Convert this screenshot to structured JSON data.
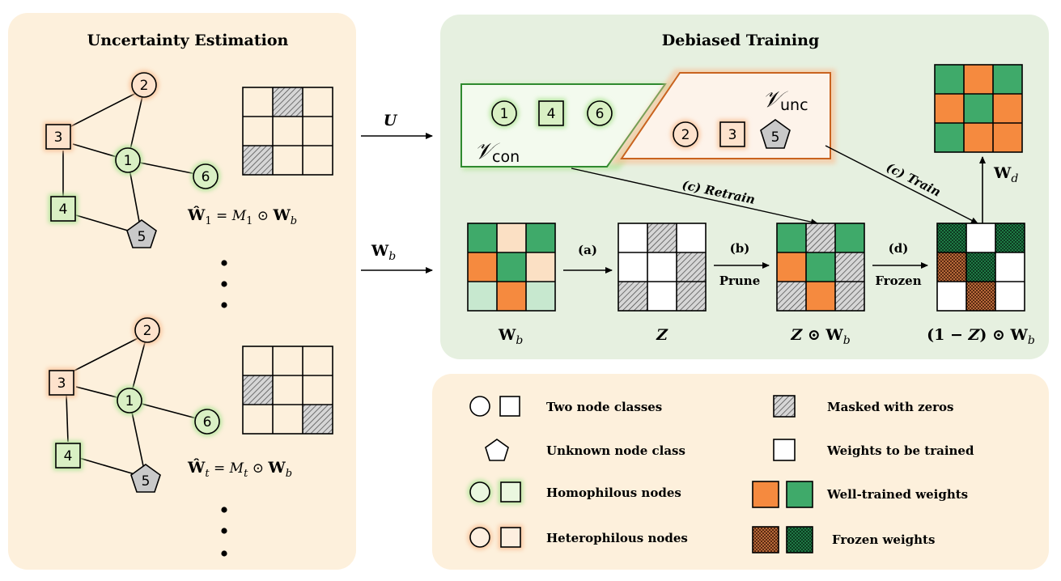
{
  "panels": {
    "uncertainty_title": "Uncertainty Estimation",
    "debiased_title": "Debiased Training"
  },
  "graph": {
    "node_labels": [
      "1",
      "2",
      "3",
      "4",
      "5",
      "6"
    ],
    "formula_1": "Ŵ₁ = M₁ ⊙ W_b",
    "formula_t": "Ŵ_t = M_t ⊙ W_b"
  },
  "arrows": {
    "U_label": "U",
    "Wb_label": "W_b"
  },
  "sets": {
    "con_label": "con",
    "unc_label": "unc",
    "con_nodes": [
      "1",
      "4",
      "6"
    ],
    "unc_nodes": [
      "2",
      "3",
      "5"
    ]
  },
  "steps": {
    "a": "(a)",
    "b": "(b)",
    "prune": "Prune",
    "d": "(d)",
    "frozen": "Frozen",
    "c_retrain": "(c)  Retrain",
    "c_train": "(c)  Train"
  },
  "matrices": {
    "wb_caption": "W",
    "wb_sub": "b",
    "z_caption": "Z",
    "zwb_caption": "Z ⊙ W",
    "onez_caption": "(1 − Z) ⊙ W",
    "wd_caption": "W",
    "wd_sub": "d"
  },
  "legend": {
    "two_classes": "Two node classes",
    "unknown": "Unknown node class",
    "homophilous": "Homophilous nodes",
    "heterophilous": "Heterophilous nodes",
    "masked": "Masked with zeros",
    "weights_trained": "Weights to be trained",
    "well_trained": "Well-trained weights",
    "frozen_weights": "Frozen weights"
  },
  "colors": {
    "panel_left": "#fdf0dc",
    "panel_right": "#e6f0e0",
    "legend_bg": "#fdf0dc",
    "green": "#3faa6a",
    "orange": "#f58a3f",
    "light_green": "#c7e8cf",
    "light_orange": "#fbe0c4",
    "green_glow": "#b3e59b",
    "orange_glow": "#f9c39a",
    "node_fill_green": "#d9f0c4",
    "node_fill_orange": "#fde2cc",
    "gray_node": "#c9c9c9"
  }
}
